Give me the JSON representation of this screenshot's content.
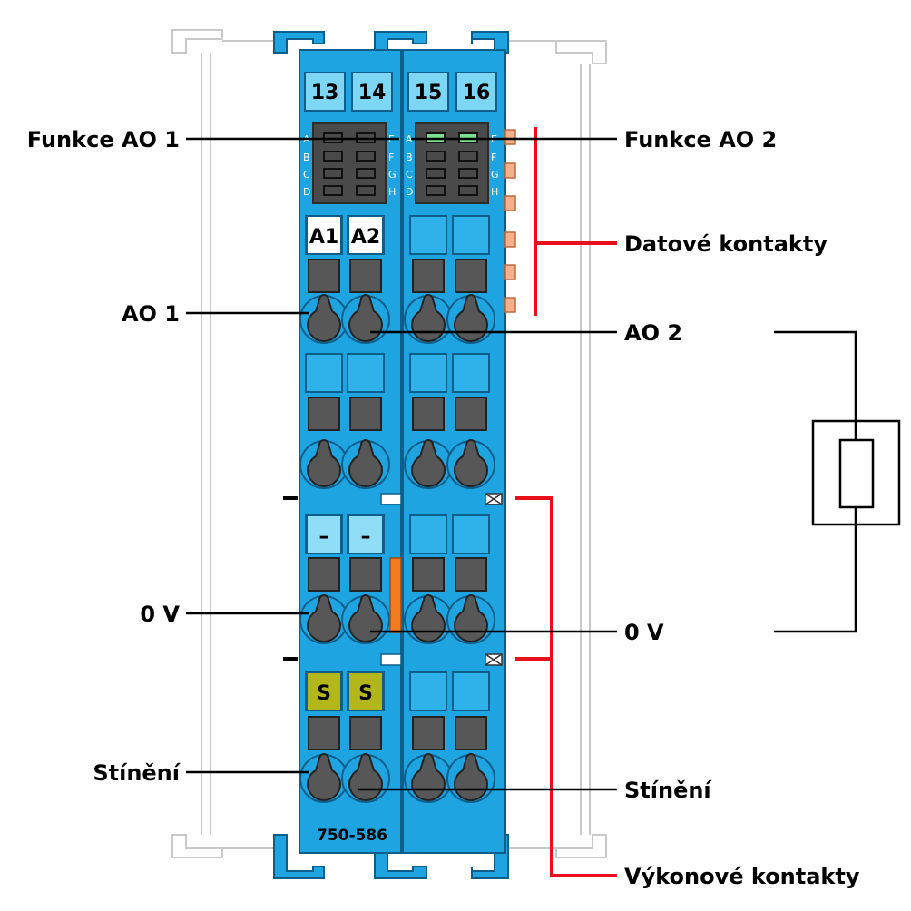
{
  "module": {
    "part_number": "750-586",
    "top_wire_numbers": [
      "13",
      "14",
      "15",
      "16"
    ],
    "led_letters_left": [
      "A",
      "B",
      "C",
      "D"
    ],
    "led_letters_right": [
      "E",
      "F",
      "G",
      "H"
    ],
    "row_markers": {
      "row1": [
        "A1",
        "A2"
      ],
      "row3": [
        "–",
        "–"
      ],
      "row4": [
        "S",
        "S"
      ]
    }
  },
  "labels": {
    "funkce_ao1": "Funkce AO 1",
    "funkce_ao2": "Funkce AO 2",
    "datove_kontakty": "Datové kontakty",
    "ao1": "AO 1",
    "ao2": "AO 2",
    "zero_v_left": "0 V",
    "zero_v_right": "0 V",
    "stineni_left": "Stínění",
    "stineni_right": "Stínění",
    "vykonove_kontakty": "Výkonové kontakty"
  },
  "colors": {
    "module_blue": "#1EA4E0",
    "module_edge": "#0E5E8A",
    "wire_window": "#7DD6F4",
    "slot_gray": "#575757",
    "led_panel": "#4A4A4A",
    "led_active": "#7BE08E",
    "marker_white": "#FFFFFF",
    "marker_light_blue": "#8FDDF7",
    "marker_olive": "#B3B71C",
    "jumper_orange": "#F27B20",
    "data_contact_peach": "#F5B089",
    "bracket_red": "#E8101A",
    "rail_gray": "#C9C9C9"
  }
}
